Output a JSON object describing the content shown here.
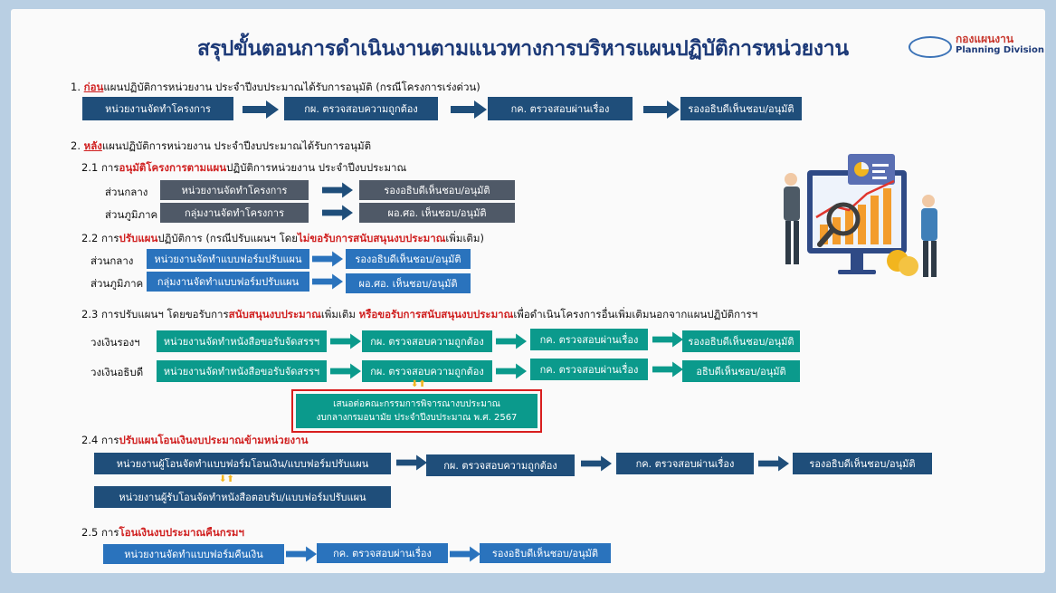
{
  "title": "สรุปขั้นตอนการดำเนินงานตามแนวทางการบริหารแผนปฏิบัติการหน่วยงาน",
  "logo": {
    "th": "กองแผนงาน",
    "en": "Planning Division"
  },
  "s1": {
    "num": "1. ",
    "key": "ก่อน",
    "rest": "แผนปฏิบัติการหน่วยงาน ประจำปีงบประมาณได้รับการอนุมัติ (กรณีโครงการเร่งด่วน)",
    "boxes": [
      "หน่วยงานจัดทำโครงการ",
      "กผ. ตรวจสอบความถูกต้อง",
      "กค. ตรวจสอบผ่านเรื่อง",
      "รองอธิบดีเห็นชอบ/อนุมัติ"
    ]
  },
  "s2": {
    "num": "2. ",
    "key": "หลัง",
    "rest": "แผนปฏิบัติการหน่วยงาน ประจำปีงบประมาณได้รับการอนุมัติ"
  },
  "s21": {
    "pre": "2.1 การ",
    "key": "อนุมัติโครงการตามแผน",
    "rest": "ปฏิบัติการหน่วยงาน ประจำปีงบประมาณ",
    "row1": {
      "label": "ส่วนกลาง",
      "a": "หน่วยงานจัดทำโครงการ",
      "b": "รองอธิบดีเห็นชอบ/อนุมัติ"
    },
    "row2": {
      "label": "ส่วนภูมิภาค",
      "a": "กลุ่มงานจัดทำโครงการ",
      "b": "ผอ.ศอ. เห็นชอบ/อนุมัติ"
    }
  },
  "s22": {
    "pre": "2.2 การ",
    "key": "ปรับแผน",
    "mid": "ปฏิบัติการ (กรณีปรับแผนฯ โดย",
    "key2": "ไม่ขอรับการสนับสนุนงบประมาณ",
    "rest": "เพิ่มเติม)",
    "row1": {
      "label": "ส่วนกลาง",
      "a": "หน่วยงานจัดทำแบบฟอร์มปรับแผน",
      "b": "รองอธิบดีเห็นชอบ/อนุมัติ"
    },
    "row2": {
      "label": "ส่วนภูมิภาค",
      "a": "กลุ่มงานจัดทำแบบฟอร์มปรับแผน",
      "b": "ผอ.ศอ. เห็นชอบ/อนุมัติ"
    }
  },
  "s23": {
    "pre": "2.3 การปรับแผนฯ โดยขอรับการ",
    "key": "สนับสนุนงบประมาณ",
    "mid": "เพิ่มเติม ",
    "key2": "หรือขอรับการสนับสนุนงบประมาณ",
    "rest": "เพื่อดำเนินโครงการอื่นเพิ่มเติมนอกจากแผนปฏิบัติการฯ",
    "row1": {
      "label": "วงเงินรองฯ",
      "a": "หน่วยงานจัดทำหนังสือขอรับจัดสรรฯ",
      "b": "กผ. ตรวจสอบความถูกต้อง",
      "c": "กค. ตรวจสอบผ่านเรื่อง",
      "d": "รองอธิบดีเห็นชอบ/อนุมัติ"
    },
    "row2": {
      "label": "วงเงินอธิบดี",
      "a": "หน่วยงานจัดทำหนังสือขอรับจัดสรรฯ",
      "b": "กผ. ตรวจสอบความถูกต้อง",
      "c": "กค. ตรวจสอบผ่านเรื่อง",
      "d": "อธิบดีเห็นชอบ/อนุมัติ"
    },
    "note1": "เสนอต่อคณะกรรมการพิจารณางบประมาณ",
    "note2": "งบกลางกรมอนามัย ประจำปีงบประมาณ พ.ศ. 2567"
  },
  "s24": {
    "pre": "2.4 การ",
    "key": "ปรับแผนโอนเงินงบประมาณข้ามหน่วยงาน",
    "a": "หน่วยงานผู้โอนจัดทำแบบฟอร์มโอนเงิน/แบบฟอร์มปรับแผน",
    "a2": "หน่วยงานผู้รับโอนจัดทำหนังสือตอบรับ/แบบฟอร์มปรับแผน",
    "b": "กผ. ตรวจสอบความถูกต้อง",
    "c": "กค. ตรวจสอบผ่านเรื่อง",
    "d": "รองอธิบดีเห็นชอบ/อนุมัติ"
  },
  "s25": {
    "pre": "2.5 การ",
    "key": "โอนเงินงบประมาณคืนกรมฯ",
    "a": "หน่วยงานจัดทำแบบฟอร์มคืนเงิน",
    "b": "กค. ตรวจสอบผ่านเรื่อง",
    "c": "รองอธิบดีเห็นชอบ/อนุมัติ"
  },
  "colors": {
    "navy": "#1f4e7a",
    "gray": "#4f5967",
    "blue": "#2a73bd",
    "teal": "#0b9a8c",
    "accent_red": "#d02020",
    "title_blue": "#1d3a78"
  }
}
